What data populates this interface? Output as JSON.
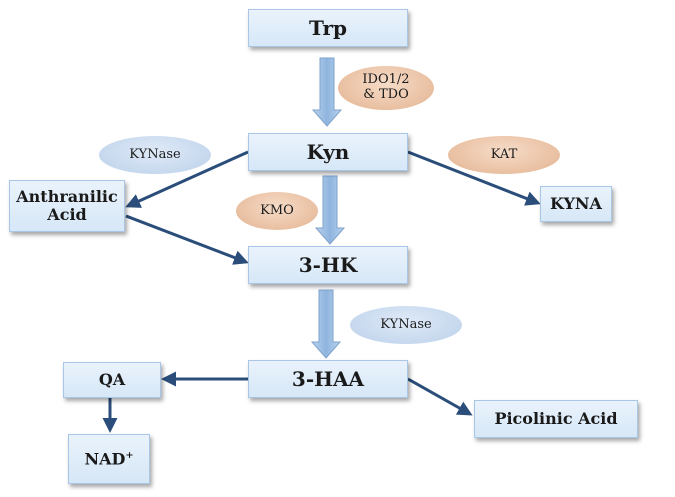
{
  "nodes": {
    "trp": "Trp",
    "kyn": "Kyn",
    "anthranilic_acid_line1": "Anthranilic",
    "anthranilic_acid_line2": "Acid",
    "kyna": "KYNA",
    "hk3": "3-HK",
    "haa3": "3-HAA",
    "qa": "QA",
    "picolinic_acid": "Picolinic Acid",
    "nad": "NAD",
    "nad_superscript": "+"
  },
  "enzymes": {
    "ido_tdo_line1": "IDO1/2",
    "ido_tdo_line2": "& TDO",
    "kynase_top": "KYNase",
    "kat": "KAT",
    "kmo": "KMO",
    "kynase_bottom": "KYNase"
  },
  "colors": {
    "arrow": "#2a4d7a",
    "block_arrow_fill": "#9dbfe3",
    "block_arrow_stroke": "#7fa3cc",
    "node_border": "#a9c6e6",
    "enzyme_fill": "#e9bfa1"
  }
}
